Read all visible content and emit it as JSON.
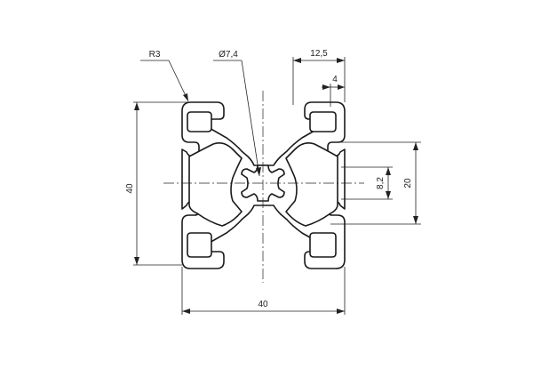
{
  "drawing": {
    "labels": {
      "radius": "R3",
      "bore_diameter": "Ø7,4",
      "slot_pitch": "12,5",
      "wall_width": "4",
      "height": "40",
      "width": "40",
      "slot_opening": "8,2",
      "slot_spacing": "20"
    }
  }
}
